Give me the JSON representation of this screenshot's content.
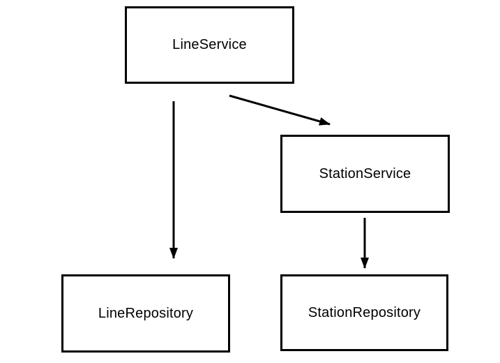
{
  "canvas": {
    "background_color": "#ffffff",
    "stroke_color": "#000000"
  },
  "diagram": {
    "type": "dependency-diagram",
    "nodes": [
      {
        "id": "line-service",
        "label": "LineService"
      },
      {
        "id": "station-service",
        "label": "StationService"
      },
      {
        "id": "line-repository",
        "label": "LineRepository"
      },
      {
        "id": "station-repository",
        "label": "StationRepository"
      }
    ],
    "edges": [
      {
        "from": "LineService",
        "to": "LineRepository",
        "style": "arrow"
      },
      {
        "from": "LineService",
        "to": "StationService",
        "style": "arrow"
      },
      {
        "from": "StationService",
        "to": "StationRepository",
        "style": "arrow"
      }
    ]
  }
}
